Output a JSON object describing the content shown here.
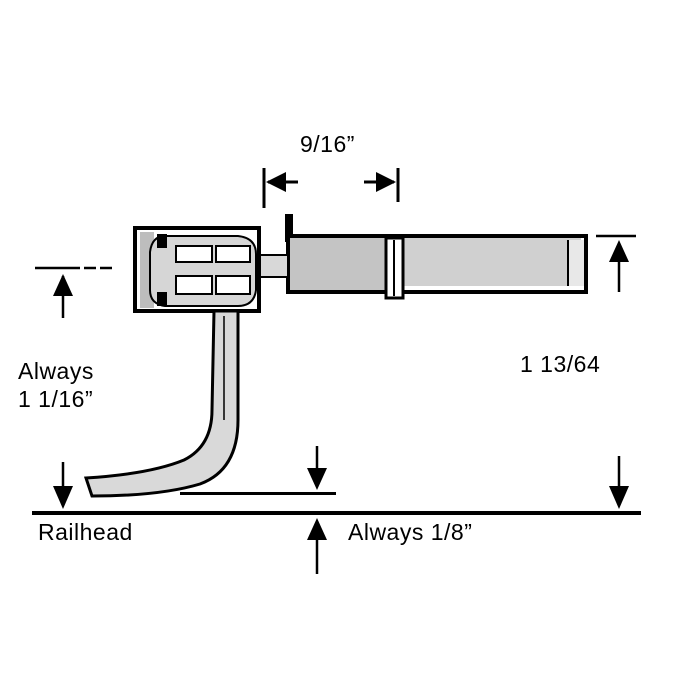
{
  "labels": {
    "width_dimension": "9/16”",
    "center_height_line1": "Always",
    "center_height_line2": "1 1/16”",
    "overall_height": "1 13/64",
    "railhead": "Railhead",
    "trip_pin_clearance": "Always 1/8”"
  },
  "colors": {
    "ink": "#000000",
    "paper": "#ffffff",
    "shade": "#b9b9b9"
  }
}
